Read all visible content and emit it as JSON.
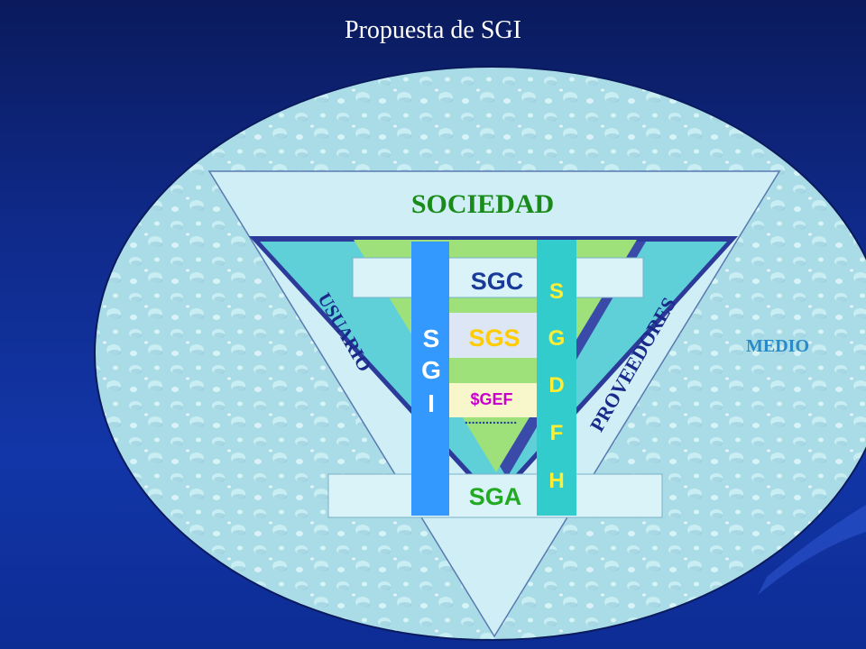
{
  "title": "Propuesta de SGI",
  "labels": {
    "sociedad": "SOCIEDAD",
    "usuario": "USUARIO",
    "proveedores": "PROVEEDORES",
    "medio": "MEDIO",
    "sgc": "SGC",
    "sgs": "SGS",
    "sgef": "$GEF",
    "sga": "SGA",
    "dots": "..............."
  },
  "sgi_letters": [
    "S",
    "G",
    "I"
  ],
  "sgdfh_letters": [
    "S",
    "G",
    "D",
    "F",
    "H"
  ],
  "colors": {
    "background": "#0f2a8a",
    "ellipse": "#a9dce6",
    "triangle_outer": "#cfeef6",
    "inner_frame": "#2c3a9a",
    "inner_fill": "#5fd0d8",
    "funnel": "#9ee07a",
    "sgi_bar": "#3399ff",
    "sgdfh_bar": "#33cccc",
    "sociedad_text": "#1a8a1a",
    "usuario_text": "#1a2a8a",
    "proveedores_text": "#1a2a8a",
    "medio_text": "#2a8ac8",
    "sgc_text": "#1a3a9a",
    "sgs_text": "#ffcc00",
    "sgef_text": "#cc00cc",
    "sga_text": "#22aa22",
    "sgi_text": "#ffffff",
    "sgdfh_text": "#ffee33"
  }
}
